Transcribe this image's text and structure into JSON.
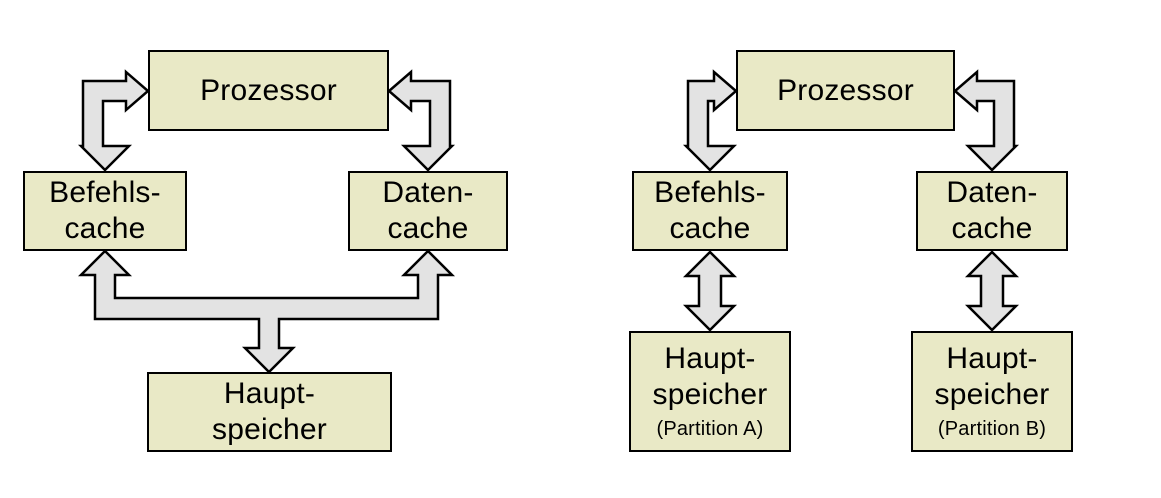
{
  "colors": {
    "background": "#ffffff",
    "box_fill": "#e9e9c6",
    "line": "#000000",
    "arrow_fill": "#e3e3e3",
    "text": "#000000"
  },
  "left_diagram": {
    "processor": {
      "label": "Prozessor"
    },
    "instruction_cache": {
      "line1": "Befehls-",
      "line2": "cache"
    },
    "data_cache": {
      "line1": "Daten-",
      "line2": "cache"
    },
    "main_memory": {
      "line1": "Haupt-",
      "line2": "speicher"
    }
  },
  "right_diagram": {
    "processor": {
      "label": "Prozessor"
    },
    "instruction_cache": {
      "line1": "Befehls-",
      "line2": "cache"
    },
    "data_cache": {
      "line1": "Daten-",
      "line2": "cache"
    },
    "main_memory_a": {
      "line1": "Haupt-",
      "line2": "speicher",
      "note": "(Partition A)"
    },
    "main_memory_b": {
      "line1": "Haupt-",
      "line2": "speicher",
      "note": "(Partition B)"
    }
  }
}
